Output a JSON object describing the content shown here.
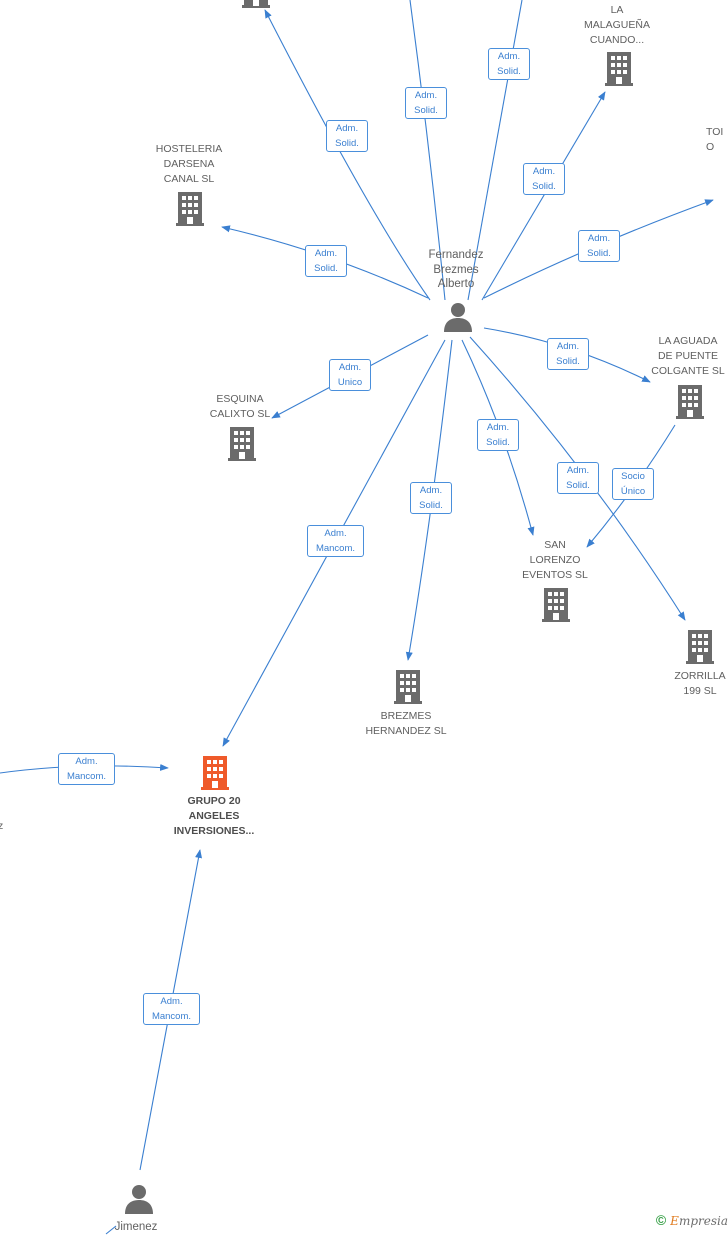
{
  "diagram": {
    "center_person": {
      "label": "Fernandez\nBrezmes\nAlberto"
    },
    "bottom_person": {
      "label": "Jimenez"
    },
    "companies": {
      "top_partial": {
        "label": ""
      },
      "la_malaguena": {
        "label": "LA\nMALAGUEÑA\nCUANDO..."
      },
      "tor_partial": {
        "label": "TOI\nO"
      },
      "hosteleria": {
        "label": "HOSTELERIA\nDARSENA\nCANAL SL"
      },
      "la_aguada": {
        "label": "LA AGUADA\nDE PUENTE\nCOLGANTE SL"
      },
      "esquina": {
        "label": "ESQUINA\nCALIXTO SL"
      },
      "san_lorenzo": {
        "label": "SAN\nLORENZO\nEVENTOS SL"
      },
      "zorrilla": {
        "label": "ZORRILLA\n199 SL"
      },
      "brezmes": {
        "label": "BREZMES\nHERNANDEZ SL"
      },
      "grupo20": {
        "label": "GRUPO 20\nANGELES\nINVERSIONES..."
      },
      "left_partial": {
        "label": "\nz"
      }
    },
    "relations": {
      "r_top_left": "Adm.\nSolid.",
      "r_top_mid": "Adm.\nSolid.",
      "r_top_right": "Adm.\nSolid.",
      "r_malaguena": "Adm.\nSolid.",
      "r_tor": "Adm.\nSolid.",
      "r_hosteleria": "Adm.\nSolid.",
      "r_aguada": "Adm.\nSolid.",
      "r_esquina": "Adm.\nUnico",
      "r_sanlorenzo": "Adm.\nSolid.",
      "r_zorrilla": "Adm.\nSolid.",
      "r_socio": "Socio\nÚnico",
      "r_grupo_center": "Adm.\nMancom.",
      "r_brezmes": "Adm.\nSolid.",
      "r_grupo_left": "Adm.\nMancom.",
      "r_grupo_bottom": "Adm.\nMancom."
    },
    "colors": {
      "edge": "#3a7fd0",
      "building": "#6b6b6b",
      "focus_building": "#ef5a2a",
      "person": "#6b6b6b"
    },
    "footer": {
      "copyright": "©",
      "brand_initial": "E",
      "brand_rest": "mpresia"
    }
  }
}
